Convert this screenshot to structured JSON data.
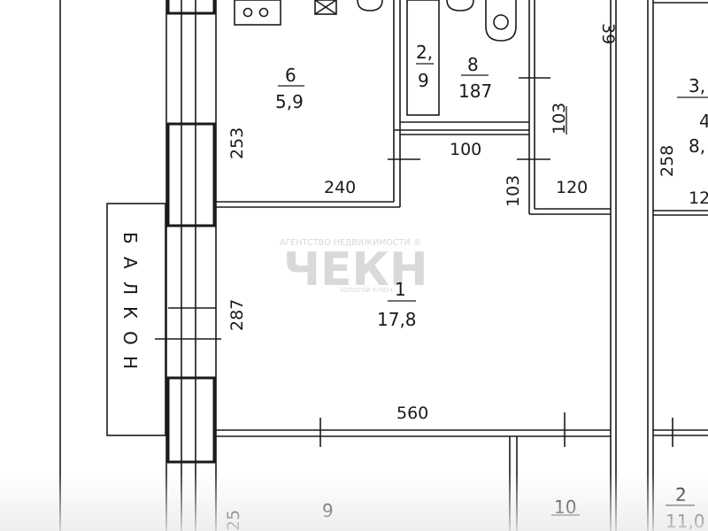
{
  "rooms": {
    "r6": {
      "number": "6",
      "area": "5,9"
    },
    "r8": {
      "number": "8",
      "area": "187"
    },
    "r1": {
      "number": "1",
      "area": "17,8"
    },
    "r9": {
      "number": "9",
      "area": ""
    },
    "r10": {
      "number": "10",
      "area": ""
    },
    "r2": {
      "number": "2",
      "area": "11,0"
    },
    "r3": {
      "number": "3,",
      "area": "8,"
    },
    "r3_extra": "4",
    "small": {
      "top": "2,",
      "bottom": "9"
    }
  },
  "dimensions": {
    "d253": "253",
    "d240": "240",
    "d100": "100",
    "d103a": "103",
    "d103b": "103",
    "d120": "120",
    "d287": "287",
    "d560": "560",
    "d258": "258",
    "d12": "12",
    "d25": "25",
    "d39": "39"
  },
  "balcony_label": [
    "Б",
    "А",
    "Л",
    "К",
    "О",
    "Н"
  ],
  "watermark": {
    "line1": "АГЕНТСТВО НЕДВИЖИМОСТИ ®",
    "logo": "ЧЕКН",
    "line2": "ЗОЛОТОЙ КЛЮЧ"
  },
  "colors": {
    "ink": "#1a1a1a",
    "watermark": "#d9d9d9"
  }
}
